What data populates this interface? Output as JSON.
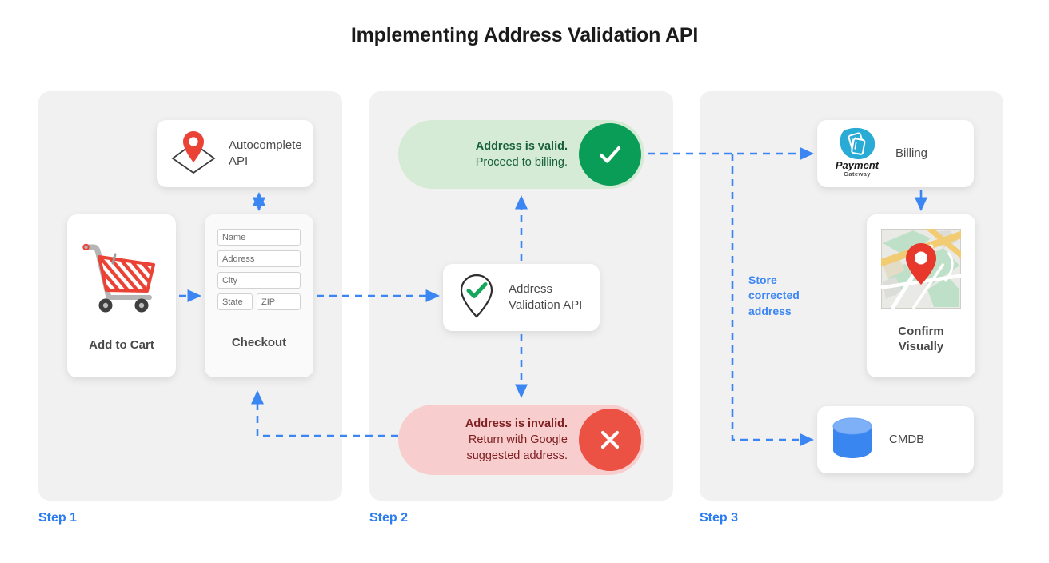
{
  "title": "Implementing Address Validation API",
  "colors": {
    "accent_blue": "#3c86f4",
    "panel_bg": "#f1f1f1",
    "valid_green": "#0a9d57",
    "valid_pill_bg": "#d5ebd6",
    "invalid_red": "#eb5244",
    "invalid_pill_bg": "#f8cdcd",
    "cart_red": "#ea4335",
    "cmdb_blue": "#3a86f0",
    "payment_cyan": "#29abd6"
  },
  "steps": [
    {
      "label": "Step 1"
    },
    {
      "label": "Step 2"
    },
    {
      "label": "Step 3"
    }
  ],
  "step1": {
    "autocomplete": {
      "label": "Autocomplete\nAPI",
      "label_line1": "Autocomplete",
      "label_line2": "API",
      "icon": "map-pin-on-map-icon"
    },
    "add_to_cart": {
      "caption": "Add to Cart",
      "icon": "shopping-cart-icon"
    },
    "checkout": {
      "caption": "Checkout",
      "fields": [
        {
          "name": "name-field",
          "placeholder": "Name"
        },
        {
          "name": "address-field",
          "placeholder": "Address"
        },
        {
          "name": "city-field",
          "placeholder": "City"
        },
        {
          "name": "state-field",
          "placeholder": "State"
        },
        {
          "name": "zip-field",
          "placeholder": "ZIP"
        }
      ]
    }
  },
  "step2": {
    "valid": {
      "headline": "Address is valid.",
      "detail": "Proceed to billing.",
      "badge_icon": "check-icon"
    },
    "invalid": {
      "headline": "Address is invalid.",
      "detail_line1": "Return with Google",
      "detail_line2": "suggested address.",
      "badge_icon": "close-icon"
    },
    "validation_api": {
      "label_line1": "Address",
      "label_line2": "Validation API",
      "icon": "map-pin-check-icon"
    }
  },
  "step3": {
    "billing": {
      "label": "Billing",
      "logo_name": "Payment",
      "logo_sub": "Gateway",
      "icon": "payment-gateway-logo-icon"
    },
    "confirm": {
      "caption_line1": "Confirm",
      "caption_line2": "Visually",
      "icon": "map-thumbnail-icon"
    },
    "cmdb": {
      "label": "CMDB",
      "icon": "database-icon"
    },
    "store_label_line1": "Store",
    "store_label_line2": "corrected",
    "store_label_line3": "address"
  }
}
